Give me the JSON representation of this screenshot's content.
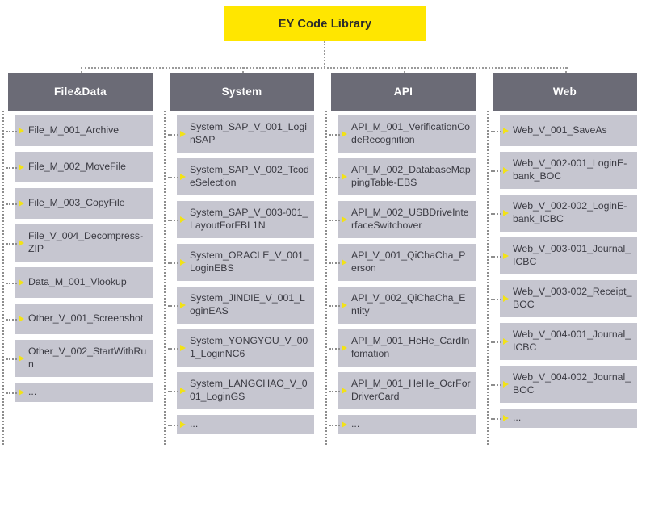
{
  "root": {
    "title": "EY Code Library",
    "color": "#ffe600"
  },
  "theme": {
    "header_bg": "#6b6b76",
    "item_bg": "#c6c6d0",
    "connector": "#8d8d8d",
    "bullet": "#f2e216",
    "page_bg": "#ffffff"
  },
  "columns": [
    {
      "title": "File&Data",
      "items": [
        {
          "label": "File_M_001_Archive"
        },
        {
          "label": "File_M_002_MoveFile"
        },
        {
          "label": "File_M_003_CopyFile"
        },
        {
          "label": "File_V_004_Decompress-ZIP"
        },
        {
          "label": "Data_M_001_Vlookup"
        },
        {
          "label": "Other_V_001_Screenshot"
        },
        {
          "label": "Other_V_002_StartWithRun"
        },
        {
          "label": "..."
        }
      ]
    },
    {
      "title": "System",
      "items": [
        {
          "label": "System_SAP_V_001_LoginSAP"
        },
        {
          "label": "System_SAP_V_002_TcodeSelection"
        },
        {
          "label": "System_SAP_V_003-001_LayoutForFBL1N"
        },
        {
          "label": "System_ORACLE_V_001_LoginEBS"
        },
        {
          "label": "System_JINDIE_V_001_LoginEAS"
        },
        {
          "label": "System_YONGYOU_V_001_LoginNC6"
        },
        {
          "label": "System_LANGCHAO_V_001_LoginGS"
        },
        {
          "label": "..."
        }
      ]
    },
    {
      "title": "API",
      "items": [
        {
          "label": "API_M_001_VerificationCodeRecognition"
        },
        {
          "label": "API_M_002_DatabaseMappingTable-EBS"
        },
        {
          "label": "API_M_002_USBDriveInterfaceSwitchover"
        },
        {
          "label": "API_V_001_QiChaCha_Person"
        },
        {
          "label": "API_V_002_QiChaCha_Entity"
        },
        {
          "label": "API_M_001_HeHe_CardInfomation"
        },
        {
          "label": "API_M_001_HeHe_OcrForDriverCard"
        },
        {
          "label": "..."
        }
      ]
    },
    {
      "title": "Web",
      "items": [
        {
          "label": "Web_V_001_SaveAs"
        },
        {
          "label": "Web_V_002-001_LoginE-bank_BOC"
        },
        {
          "label": "Web_V_002-002_LoginE-bank_ICBC"
        },
        {
          "label": "Web_V_003-001_Journal_ICBC"
        },
        {
          "label": "Web_V_003-002_Receipt_BOC"
        },
        {
          "label": "Web_V_004-001_Journal_ICBC"
        },
        {
          "label": "Web_V_004-002_Journal_BOC"
        },
        {
          "label": "..."
        }
      ]
    }
  ]
}
